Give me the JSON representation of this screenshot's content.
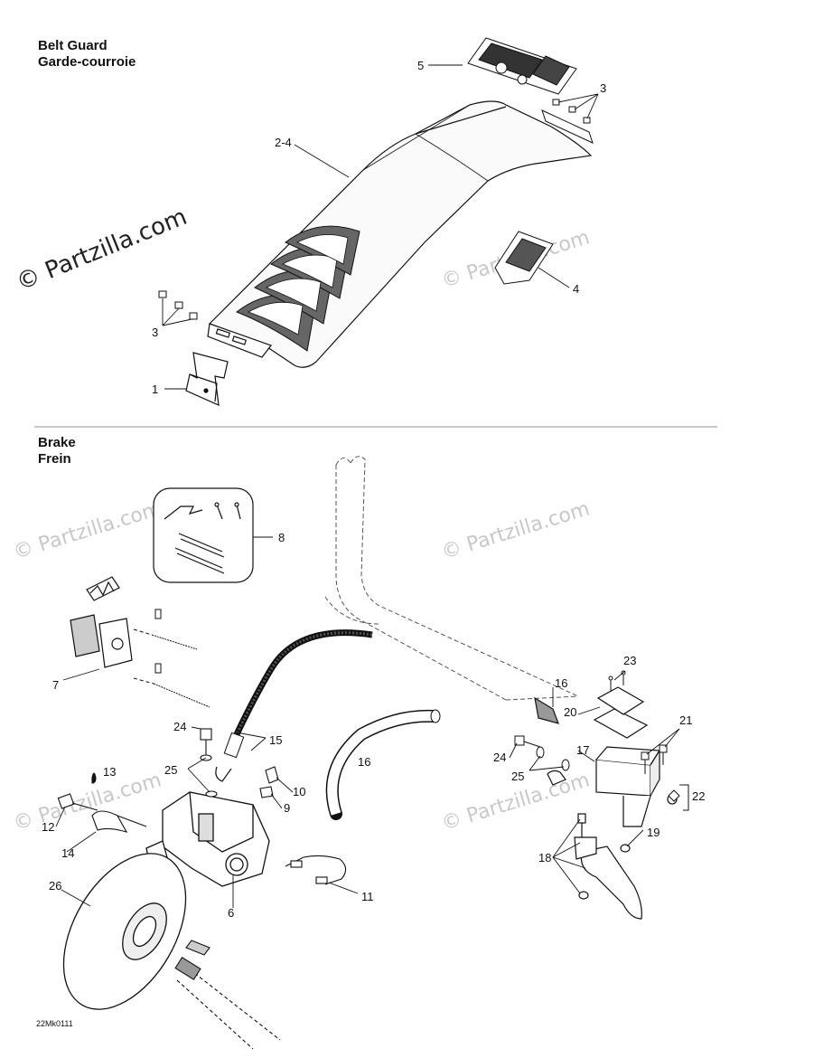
{
  "sections": {
    "belt_guard": {
      "title_en": "Belt Guard",
      "title_fr": "Garde-courroie"
    },
    "brake": {
      "title_en": "Brake",
      "title_fr": "Frein"
    }
  },
  "watermark": {
    "main": "© Partzilla.com",
    "faint": "© Partzilla.com"
  },
  "drawing_code": "22Mk0111",
  "callouts": {
    "c1": "1",
    "c2_4": "2-4",
    "c3a": "3",
    "c3b": "3",
    "c4": "4",
    "c5": "5",
    "c6": "6",
    "c7": "7",
    "c8": "8",
    "c9": "9",
    "c10": "10",
    "c11": "11",
    "c12": "12",
    "c13": "13",
    "c14": "14",
    "c15": "15",
    "c16a": "16",
    "c16b": "16",
    "c17": "17",
    "c18": "18",
    "c19": "19",
    "c20": "20",
    "c21": "21",
    "c22": "22",
    "c23": "23",
    "c24a": "24",
    "c24b": "24",
    "c25a": "25",
    "c25b": "25",
    "c26": "26"
  }
}
